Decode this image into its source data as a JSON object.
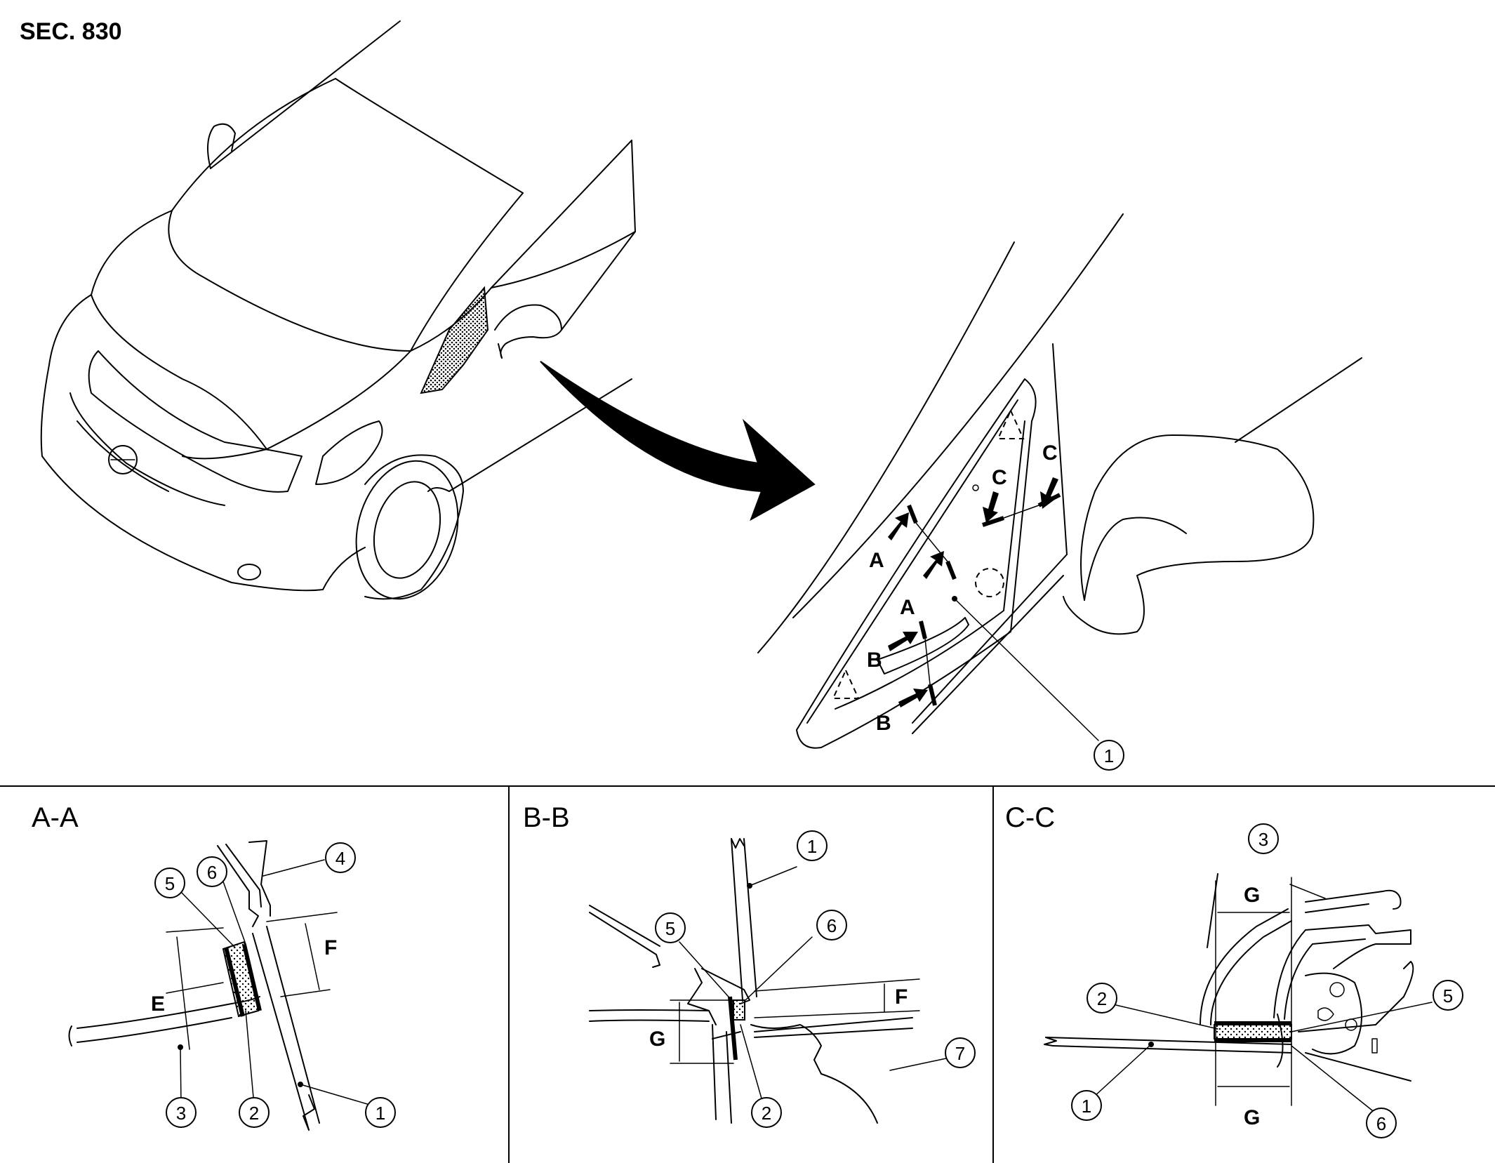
{
  "section_code": "SEC. 830",
  "section_views": [
    "A-A",
    "B-B",
    "C-C"
  ],
  "view_markers": {
    "A": "A",
    "B": "B",
    "C": "C"
  },
  "dimensions": {
    "E": "E",
    "F": "F",
    "G": "G"
  },
  "part_numbers": [
    "1",
    "2",
    "3",
    "4",
    "5",
    "6",
    "7"
  ],
  "colors": {
    "line": "#000000",
    "background": "#ffffff"
  }
}
